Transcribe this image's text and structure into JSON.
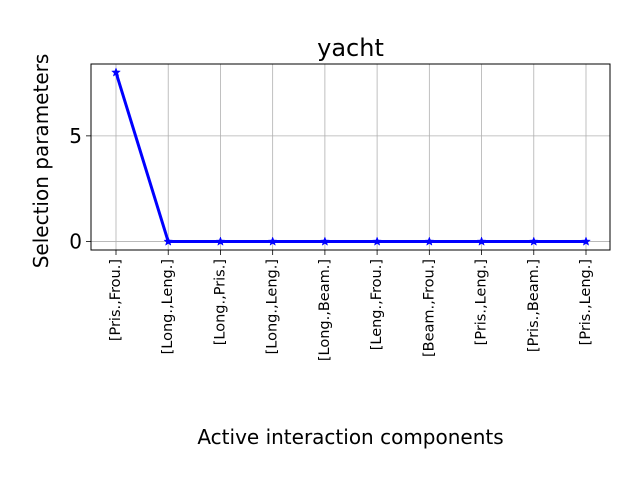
{
  "chart_data": {
    "type": "line",
    "title": "yacht",
    "xlabel": "Active interaction components",
    "ylabel": "Selection parameters",
    "categories": [
      "[Pris.,Frou.]",
      "[Long.,Leng.]",
      "[Long.,Pris.]",
      "[Long.,Leng.]",
      "[Long.,Beam.]",
      "[Leng.,Frou.]",
      "[Beam.,Frou.]",
      "[Pris.,Leng.]",
      "[Pris.,Beam.]",
      "[Pris.,Leng.]"
    ],
    "series": [
      {
        "values": [
          8,
          0,
          0,
          0,
          0,
          0,
          0,
          0,
          0,
          0
        ],
        "color": "#0000ff",
        "marker": "star"
      }
    ],
    "yticks": [
      0,
      5
    ],
    "ytick_labels": [
      "0",
      "5"
    ],
    "ylim": [
      -0.4,
      8.4
    ],
    "grid": true,
    "legend": "none"
  }
}
